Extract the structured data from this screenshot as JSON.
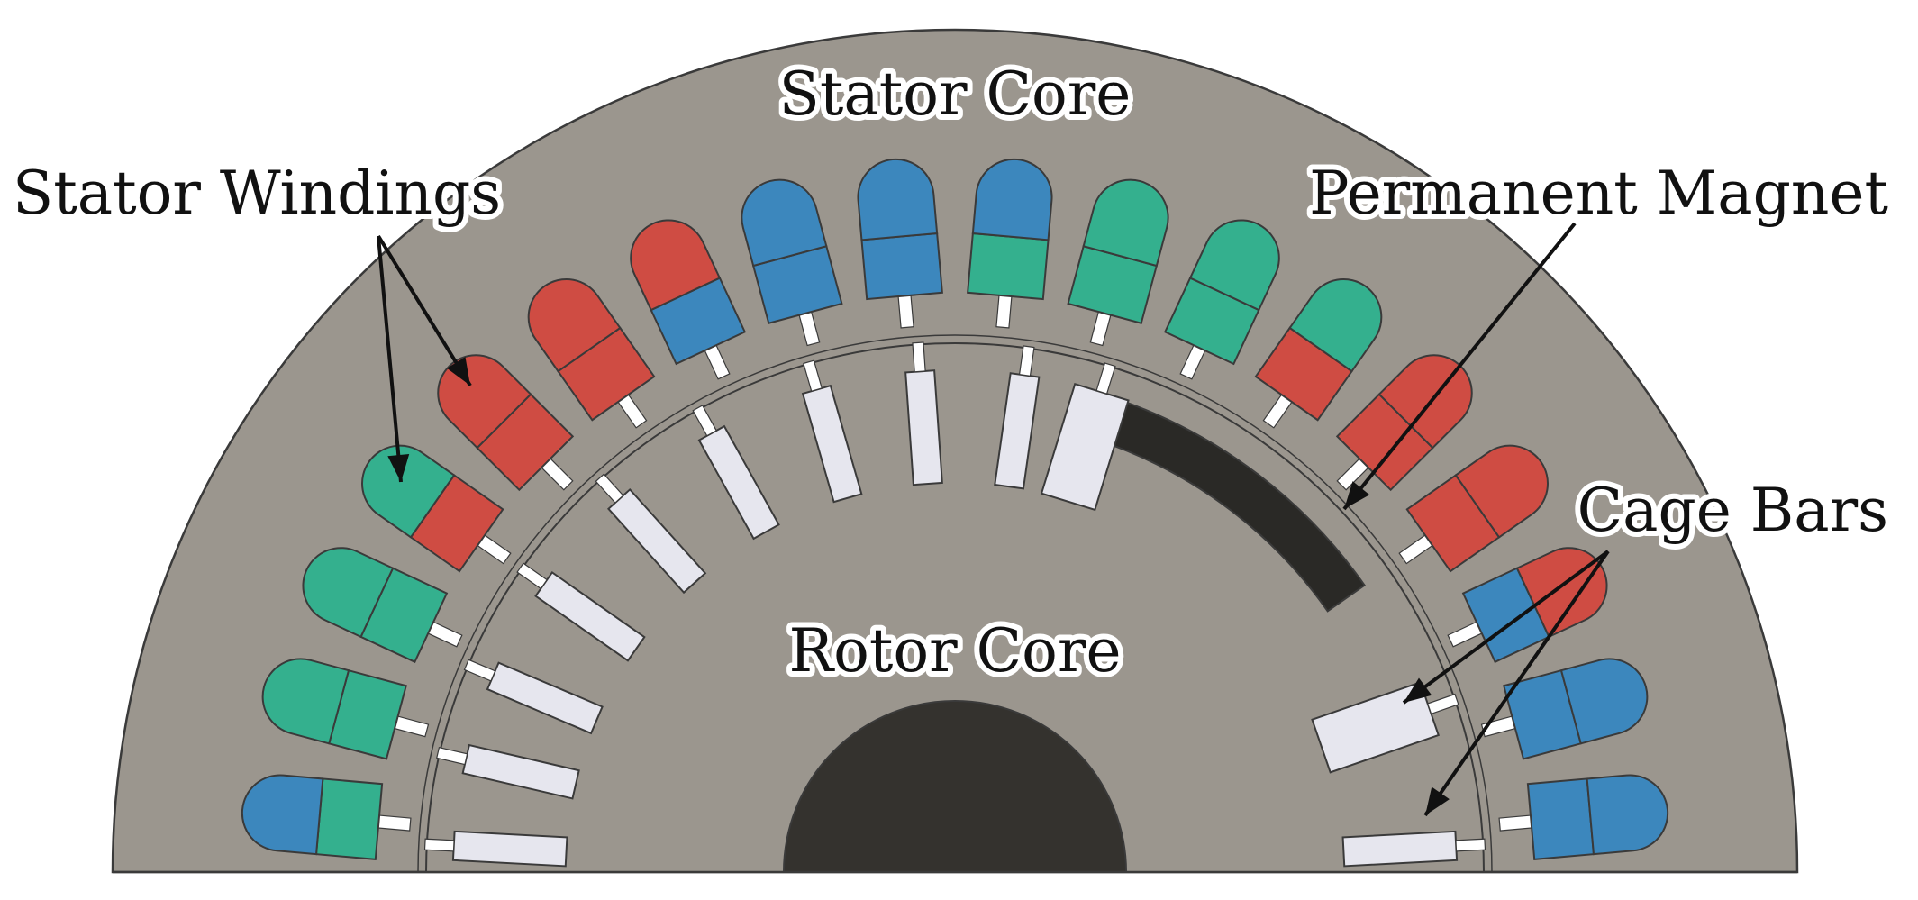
{
  "labels": {
    "stator_core": "Stator Core",
    "stator_windings": "Stator Windings",
    "permanent_magnet": "Permanent Magnet",
    "cage_bars": "Cage Bars",
    "rotor_core": "Rotor Core"
  },
  "colors": {
    "core": "#9b968e",
    "outline": "#3a3a3a",
    "shaft": "#34322e",
    "magnet": "#2a2926",
    "cage_bar": "#e6e6ee",
    "phase_red": "#cf4c43",
    "phase_blue": "#3c87bd",
    "phase_green": "#34b08e"
  },
  "stator_slots": [
    {
      "outer": "blue",
      "inner": "green"
    },
    {
      "outer": "green",
      "inner": "green"
    },
    {
      "outer": "green",
      "inner": "green"
    },
    {
      "outer": "green",
      "inner": "red"
    },
    {
      "outer": "red",
      "inner": "red"
    },
    {
      "outer": "red",
      "inner": "red"
    },
    {
      "outer": "red",
      "inner": "blue"
    },
    {
      "outer": "blue",
      "inner": "blue"
    },
    {
      "outer": "blue",
      "inner": "blue"
    },
    {
      "outer": "blue",
      "inner": "green"
    },
    {
      "outer": "green",
      "inner": "green"
    },
    {
      "outer": "green",
      "inner": "green"
    },
    {
      "outer": "green",
      "inner": "red"
    },
    {
      "outer": "red",
      "inner": "red"
    },
    {
      "outer": "red",
      "inner": "red"
    },
    {
      "outer": "red",
      "inner": "blue"
    },
    {
      "outer": "blue",
      "inner": "blue"
    },
    {
      "outer": "blue",
      "inner": "blue"
    }
  ]
}
